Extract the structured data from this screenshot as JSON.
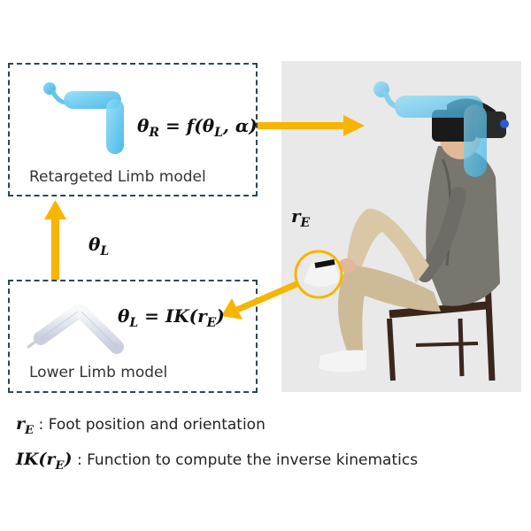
{
  "boxes": {
    "retargeted": {
      "label": "Retargeted Limb model"
    },
    "lower": {
      "label": "Lower Limb model"
    }
  },
  "equations": {
    "theta_R": {
      "lhs": "θ",
      "lhs_sub": "R",
      "eq": " = f(θ",
      "sub": "L",
      "tail": ", α)"
    },
    "theta_L_ik": {
      "lhs": "θ",
      "lhs_sub": "L",
      "eq": " = IK(r",
      "sub": "E",
      "tail": ")"
    },
    "theta_L": {
      "sym": "θ",
      "sub": "L"
    },
    "r_E": {
      "sym": "r",
      "sub": "E"
    }
  },
  "legend": [
    {
      "sym": "r",
      "sub": "E",
      "suffix": "",
      "text": " : Foot position and orientation"
    },
    {
      "sym": "IK(r",
      "sub": "E",
      "suffix": ")",
      "text": " : Function to compute the inverse kinematics"
    }
  ],
  "colors": {
    "arrow": "#f6b500",
    "box_border": "#2f4652",
    "limb_blue": "#5cc4ec",
    "limb_white": "#dfe3ee",
    "photo_bg": "#e9e9e9"
  },
  "icons": [
    "retargeted-limb-model-icon",
    "lower-limb-model-icon",
    "person-vr-photo"
  ]
}
